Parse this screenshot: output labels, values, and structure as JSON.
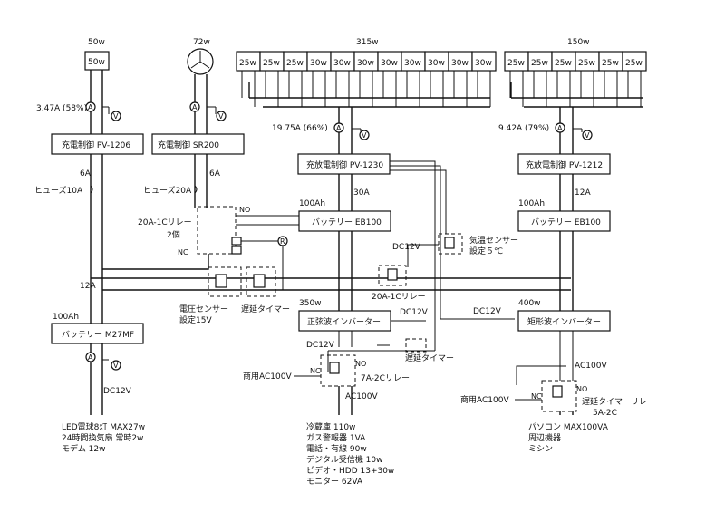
{
  "solar": {
    "p1": "50w",
    "p2": "72w",
    "p3": "315w",
    "p4": "150w",
    "panel_50w": "50w",
    "array3": [
      "25w",
      "25w",
      "25w",
      "30w",
      "30w",
      "30w",
      "30w",
      "30w",
      "30w",
      "30w",
      "30w"
    ],
    "array4": [
      "25w",
      "25w",
      "25w",
      "25w",
      "25w",
      "25w"
    ]
  },
  "meters": {
    "a1": "3.47A (58%)",
    "a3": "19.75A (66%)",
    "a4": "9.42A (79%)",
    "ammeter": "A",
    "voltmeter": "V",
    "relay_r": "R"
  },
  "controllers": {
    "c1": "充電制御 PV-1206",
    "c2": "充電制御 SR200",
    "c3": "充放電制御 PV-1230",
    "c4": "充放電制御 PV-1212"
  },
  "currents": {
    "i6a_1": "6A",
    "i6a_2": "6A",
    "i30a": "30A",
    "i12a_1": "12A",
    "i12a_2": "12A"
  },
  "fuses": {
    "f1": "ヒューズ10A",
    "f2": "ヒューズ20A"
  },
  "relays": {
    "r1": "20A-1Cリレー",
    "r1_count": "2個",
    "no": "NO",
    "nc": "NC",
    "r2": "20A-1Cリレー",
    "r3": "7A-2Cリレー",
    "r4_1": "遅延タイマーリレー",
    "r4_2": "5A-2C"
  },
  "sensors": {
    "volt1": "電圧センサー",
    "volt2": "設定15V",
    "delay": "遅延タイマー",
    "temp1": "気温センサー",
    "temp2": "設定５℃",
    "delay2": "遅延タイマー"
  },
  "batteries": {
    "b1_cap": "100Ah",
    "b1": "バッテリー EB100",
    "b2_cap": "100Ah",
    "b2": "バッテリー EB100",
    "b3_cap": "100Ah",
    "b3": "バッテリー M27MF"
  },
  "inverters": {
    "sine_w": "350w",
    "sine": "正弦波インバーター",
    "rect_w": "400w",
    "rect": "矩形波インバーター"
  },
  "voltages": {
    "dc12_1": "DC12V",
    "dc12_2": "DC12V",
    "dc12_3": "DC12V",
    "dc12_4": "DC12V",
    "dc12_5": "DC12V",
    "ac100_1": "AC100V",
    "ac100_2": "AC100V",
    "grid1": "商用AC100V",
    "grid2": "商用AC100V"
  },
  "loads": {
    "left": [
      "LED電球8灯 MAX27w",
      "24時間換気扇 常時2w",
      "モデム 12w"
    ],
    "middle": [
      "冷蔵庫 110w",
      "ガス警報器 1VA",
      "電話・有線 90w",
      "デジタル受信機 10w",
      "ビデオ・HDD 13+30w",
      "モニター 62VA"
    ],
    "right": [
      "パソコン MAX100VA",
      "周辺機器",
      "ミシン"
    ]
  }
}
